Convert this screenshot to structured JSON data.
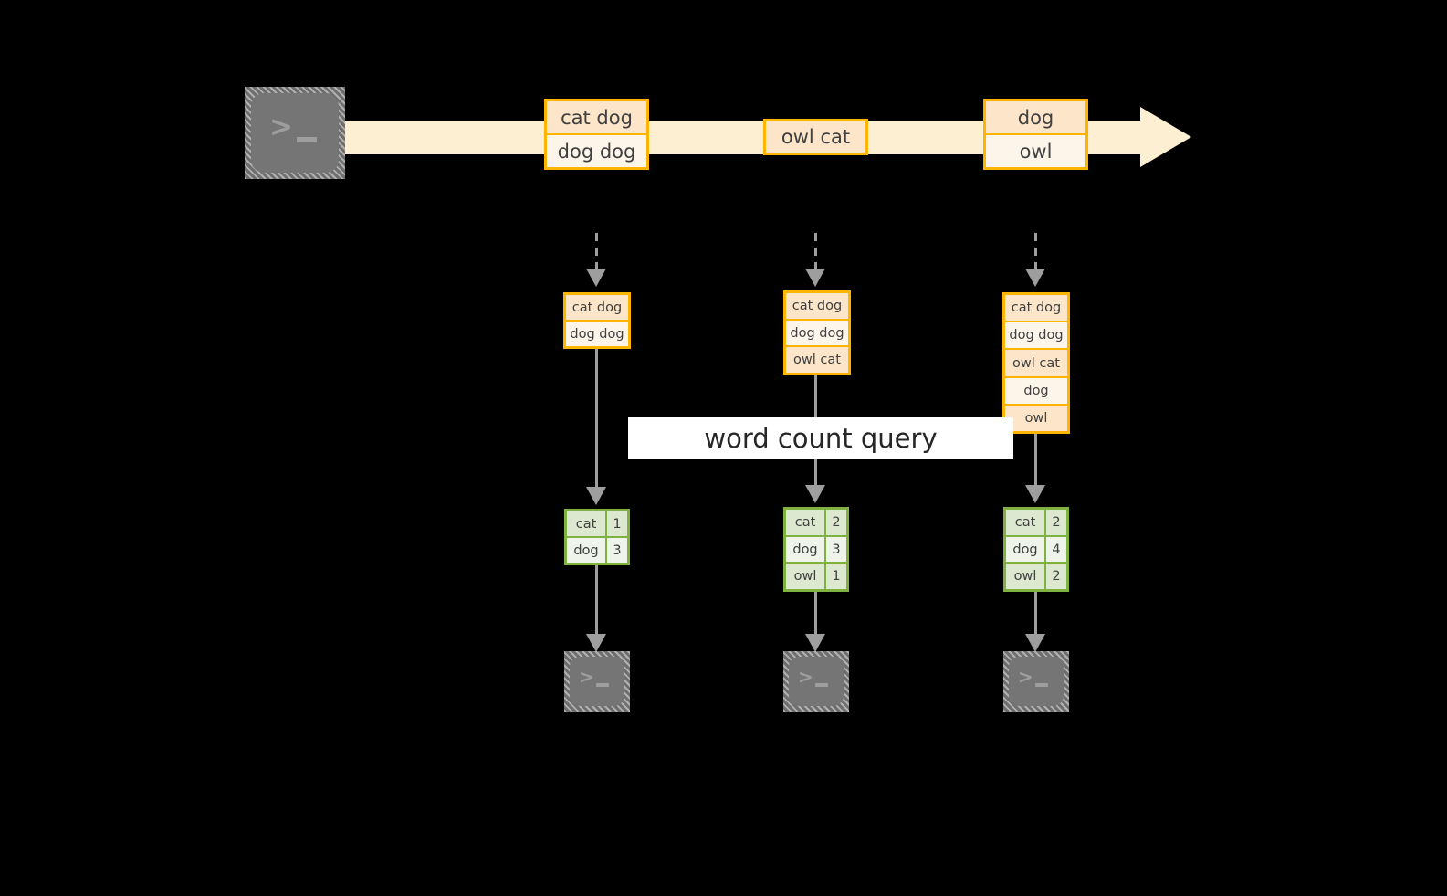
{
  "diagram": {
    "title_label": "word count query",
    "colors": {
      "background": "#000000",
      "stream_band": "#FDEFD2",
      "record_border": "#FFB400",
      "record_fill_dark": "#FCE5C9",
      "record_fill_light": "#FDF5EA",
      "table_border": "#7FB241",
      "table_fill_dark": "#DCE8D0",
      "table_fill_light": "#EEF4E9",
      "connector": "#9E9E9E",
      "terminal_body": "#757575",
      "terminal_glyph": "#9E9E9E",
      "label_bg": "#FFFFFF",
      "text": "#404040"
    },
    "producer": {
      "icon": "terminal-icon",
      "prompt_chevron": ">",
      "prompt_cursor": "_"
    },
    "stream": {
      "messages": [
        {
          "lines": [
            "cat dog",
            "dog dog"
          ]
        },
        {
          "lines": [
            "owl cat"
          ]
        },
        {
          "lines": [
            "dog",
            "owl"
          ]
        }
      ]
    },
    "snapshots": [
      {
        "lines": [
          "cat dog",
          "dog dog"
        ]
      },
      {
        "lines": [
          "cat dog",
          "dog dog",
          "owl cat"
        ]
      },
      {
        "lines": [
          "cat dog",
          "dog dog",
          "owl cat",
          "dog",
          "owl"
        ]
      }
    ],
    "results": [
      {
        "rows": [
          {
            "word": "cat",
            "count": "1"
          },
          {
            "word": "dog",
            "count": "3"
          }
        ]
      },
      {
        "rows": [
          {
            "word": "cat",
            "count": "2"
          },
          {
            "word": "dog",
            "count": "3"
          },
          {
            "word": "owl",
            "count": "1"
          }
        ]
      },
      {
        "rows": [
          {
            "word": "cat",
            "count": "2"
          },
          {
            "word": "dog",
            "count": "4"
          },
          {
            "word": "owl",
            "count": "2"
          }
        ]
      }
    ],
    "consumers": [
      {
        "icon": "terminal-icon",
        "prompt_chevron": ">",
        "prompt_cursor": "_"
      },
      {
        "icon": "terminal-icon",
        "prompt_chevron": ">",
        "prompt_cursor": "_"
      },
      {
        "icon": "terminal-icon",
        "prompt_chevron": ">",
        "prompt_cursor": "_"
      }
    ]
  }
}
